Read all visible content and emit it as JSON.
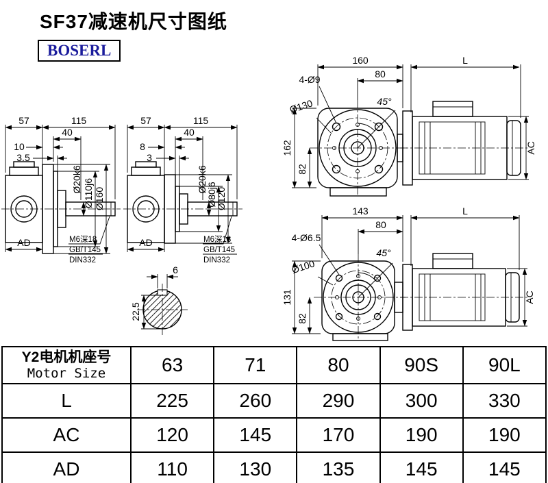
{
  "title": "SF37减速机尺寸图纸",
  "brand": "BOSERL",
  "views": {
    "v1": {
      "d57": "57",
      "d115": "115",
      "d40": "40",
      "d10": "10",
      "d35": "3.5",
      "dia_shaft": "Ø20k6",
      "dia_spigot": "Ø110j6",
      "dia_flange": "Ø160",
      "ad": "AD",
      "note1": "M6深18",
      "note2": "GB/T145",
      "note3": "DIN332"
    },
    "v2": {
      "d57": "57",
      "d115": "115",
      "d40": "40",
      "d8": "8",
      "d3": "3",
      "dia_shaft": "Ø20k6",
      "dia_spigot": "Ø80j6",
      "dia_flange": "Ø120",
      "ad": "AD",
      "note1": "M6深18",
      "note2": "GB/T145",
      "note3": "DIN332"
    },
    "v3": {
      "d160": "160",
      "d80": "80",
      "len": "L",
      "holes": "4-Ø9",
      "angle": "45°",
      "bolt_circle": "Ø130",
      "d162": "162",
      "d82": "82",
      "ac": "AC"
    },
    "v4": {
      "d143": "143",
      "d80": "80",
      "len": "L",
      "holes": "4-Ø6.5",
      "angle": "45°",
      "bolt_circle": "Ø100",
      "d131": "131",
      "d82": "82",
      "ac": "AC"
    },
    "v5": {
      "d6": "6",
      "d225": "22.5"
    }
  },
  "table": {
    "header_cn": "Y2电机机座号",
    "header_en": "Motor Size",
    "motor_sizes": [
      "63",
      "71",
      "80",
      "90S",
      "90L"
    ],
    "rows": [
      {
        "label": "L",
        "values": [
          "225",
          "260",
          "290",
          "300",
          "330"
        ]
      },
      {
        "label": "AC",
        "values": [
          "120",
          "145",
          "170",
          "190",
          "190"
        ]
      },
      {
        "label": "AD",
        "values": [
          "110",
          "130",
          "135",
          "145",
          "145"
        ]
      }
    ]
  }
}
